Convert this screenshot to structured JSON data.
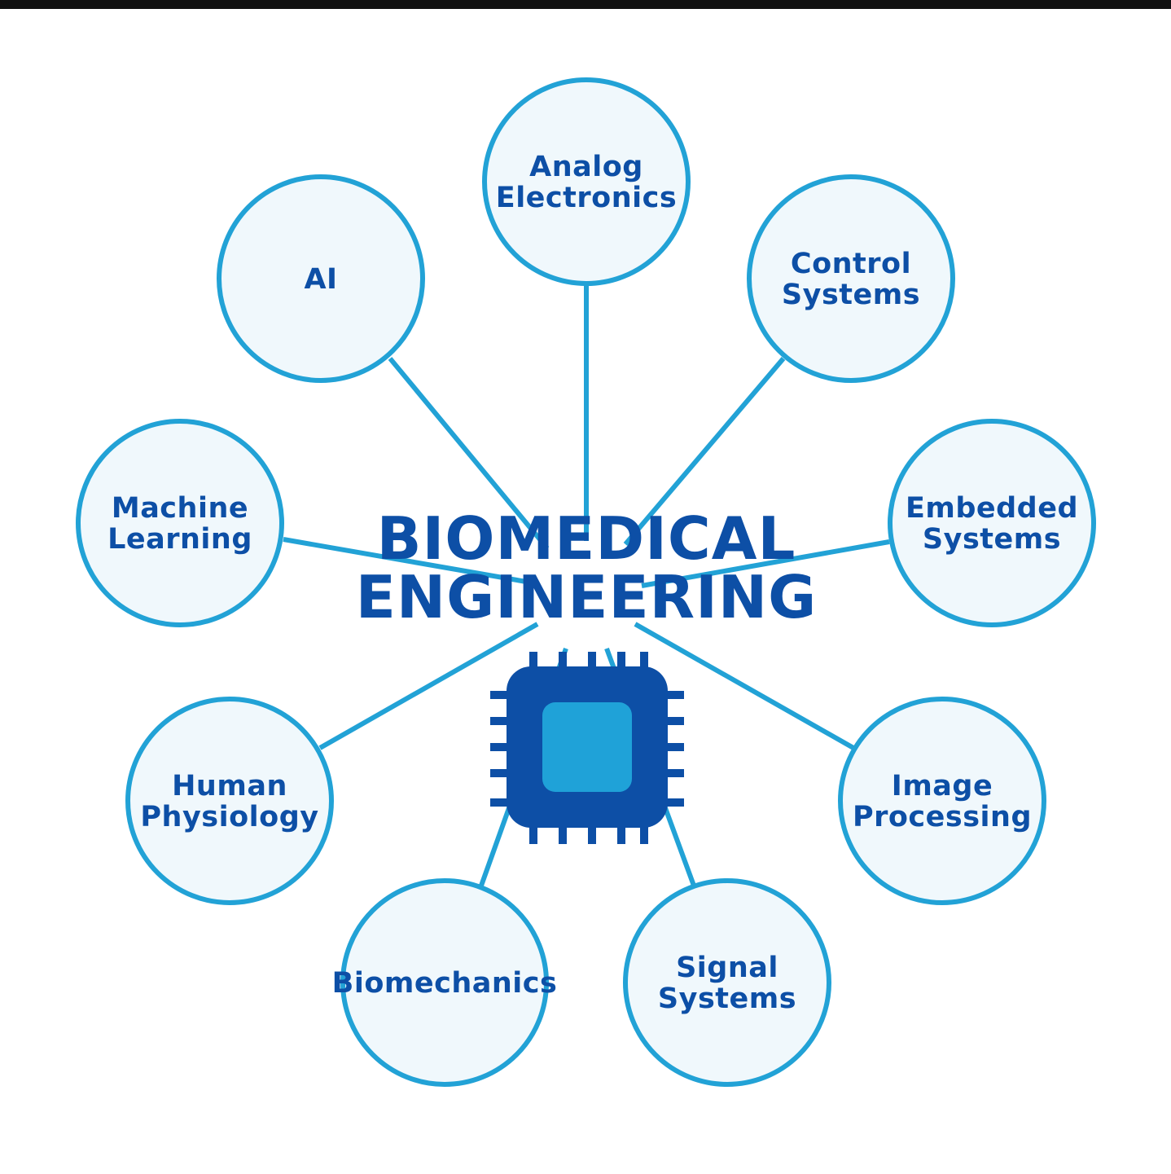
{
  "hub": {
    "title_line1": "BIOMEDICAL",
    "title_line2": "ENGINEERING",
    "icon": "microchip-icon"
  },
  "nodes": [
    {
      "id": "analog-electronics",
      "lines": [
        "Analog",
        "Electronics"
      ]
    },
    {
      "id": "control-systems",
      "lines": [
        "Control",
        "Systems"
      ]
    },
    {
      "id": "embedded-systems",
      "lines": [
        "Embedded",
        "Systems"
      ]
    },
    {
      "id": "image-processing",
      "lines": [
        "Image",
        "Processing"
      ]
    },
    {
      "id": "signal-systems",
      "lines": [
        "Signal",
        "Systems"
      ]
    },
    {
      "id": "biomechanics",
      "lines": [
        "Biomechanics"
      ]
    },
    {
      "id": "human-physiology",
      "lines": [
        "Human",
        "Physiology"
      ]
    },
    {
      "id": "machine-learning",
      "lines": [
        "Machine",
        "Learning"
      ]
    },
    {
      "id": "ai",
      "lines": [
        "AI"
      ]
    }
  ],
  "colors": {
    "accent": "#22a2d6",
    "text": "#0d4fa6",
    "node_fill": "#f0f8fc",
    "chip_core": "#1fa2d8"
  }
}
